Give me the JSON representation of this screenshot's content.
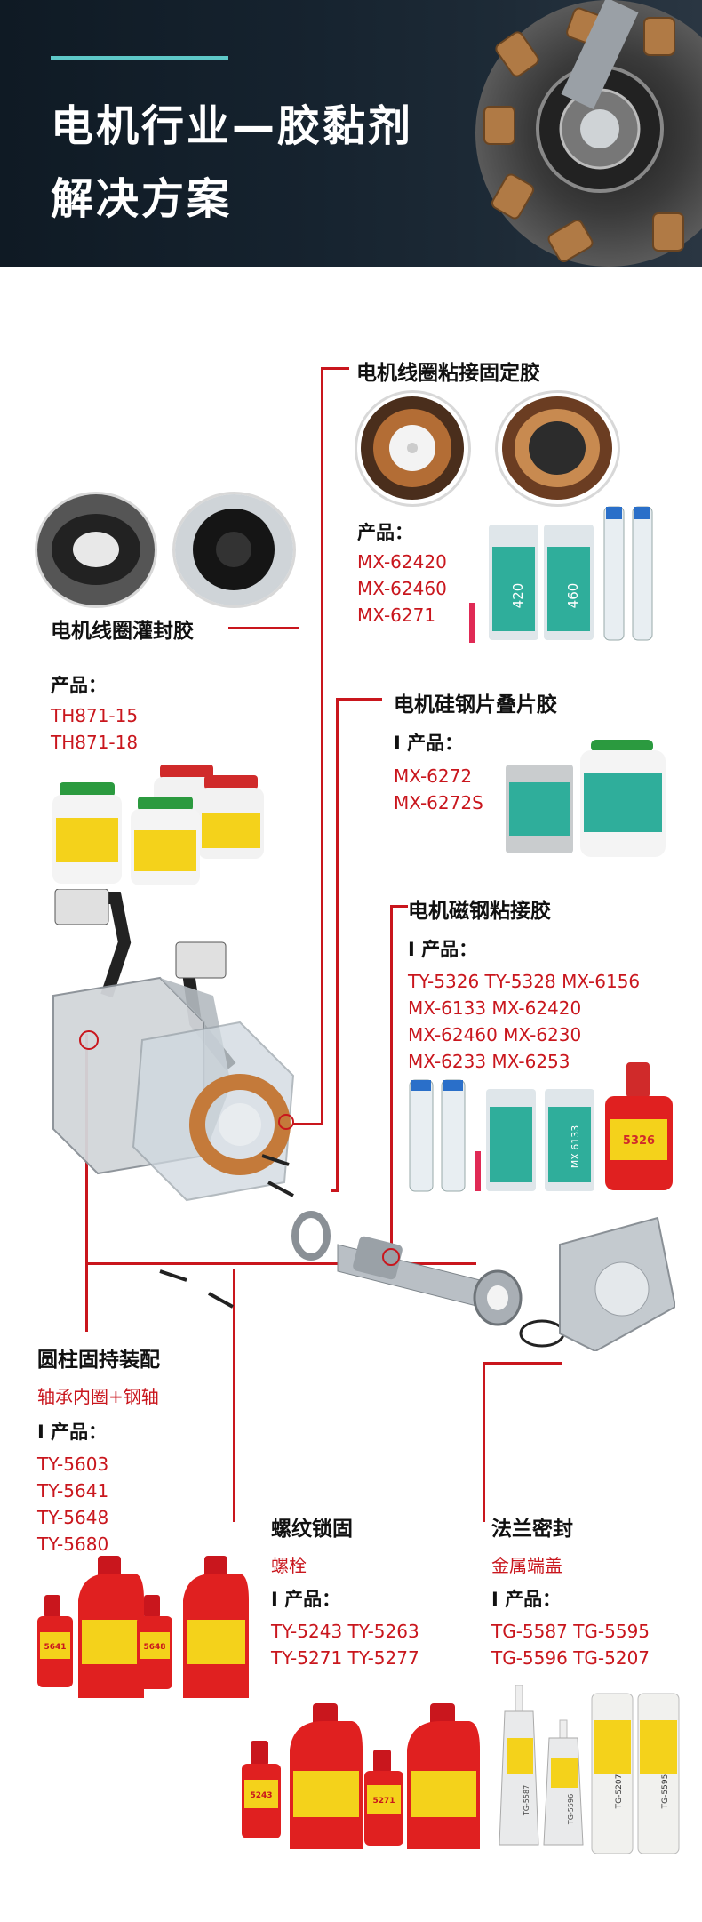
{
  "header": {
    "title_line1": "电机行业—胶黏剂",
    "title_line2": "解决方案"
  },
  "sections": {
    "coil_fix": {
      "title": "电机线圈粘接固定胶",
      "label": "产品：",
      "products": [
        "MX-62420",
        "MX-62460",
        "MX-6271"
      ]
    },
    "coil_potting": {
      "title": "电机线圈灌封胶",
      "label": "产品：",
      "products": [
        "TH871-15",
        "TH871-18"
      ]
    },
    "lamination": {
      "title": "电机硅钢片叠片胶",
      "label": "I 产品：",
      "products": [
        "MX-6272",
        "MX-6272S"
      ]
    },
    "magnet": {
      "title": "电机磁钢粘接胶",
      "label": "I 产品：",
      "products": [
        "TY-5326  TY-5328   MX-6156",
        "MX-6133   MX-62420",
        "MX-62460  MX-6230",
        "MX-6233    MX-6253"
      ]
    },
    "cylinder": {
      "title": "圆柱固持装配",
      "subtitle": "轴承内圈+钢轴",
      "label": "I 产品：",
      "products": [
        "TY-5603",
        "TY-5641",
        "TY-5648",
        "TY-5680"
      ]
    },
    "thread": {
      "title": "螺纹锁固",
      "subtitle": "螺栓",
      "label": "I 产品：",
      "products": [
        "TY-5243   TY-5263",
        "TY-5271   TY-5277"
      ]
    },
    "flange": {
      "title": "法兰密封",
      "subtitle": "金属端盖",
      "label": "I 产品：",
      "products": [
        "TG-5587   TG-5595",
        "TG-5596   TG-5207"
      ]
    }
  },
  "bottle_labels": {
    "cartridge_420": "420",
    "cartridge_460": "460",
    "cartridge_6133": "MX 6133",
    "bottle_5326": "5326",
    "bottle_5641": "5641",
    "bottle_5648": "5648",
    "bottle_5243": "5243",
    "bottle_5271": "5271",
    "tube_5587": "TG-5587",
    "tube_5596": "TG-5596",
    "tube_5207": "TG-5207",
    "tube_5595": "TG-5595"
  },
  "colors": {
    "accent_red": "#c9161d",
    "accent_teal": "#5ec8c8",
    "banner_dark": "#16232f"
  }
}
